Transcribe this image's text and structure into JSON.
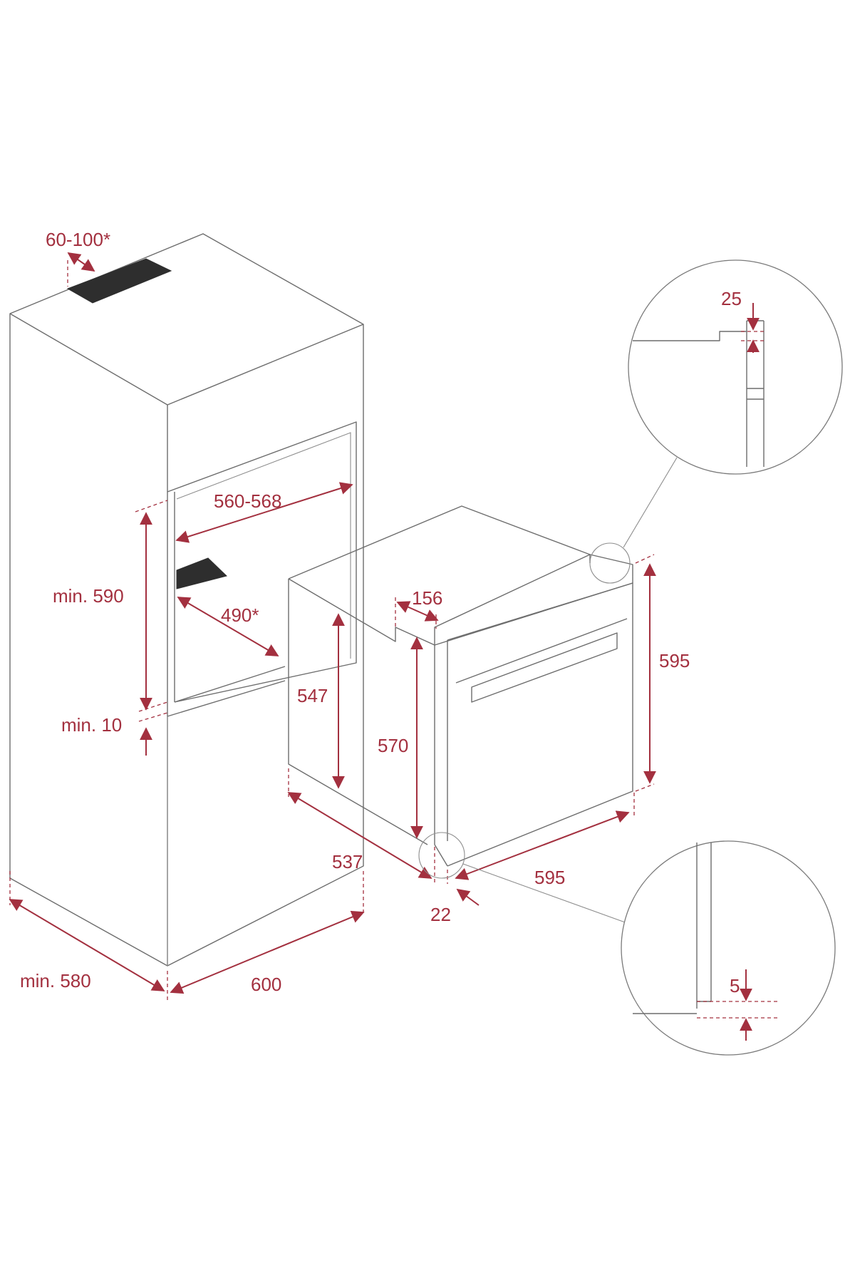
{
  "labels": {
    "vent_top": "60-100*",
    "cavity_width": "560-568",
    "cavity_height": "min. 590",
    "cavity_depth": "490*",
    "gap_bottom": "min. 10",
    "cabinet_depth": "min. 580",
    "cabinet_width": "600",
    "oven_body_height": "547",
    "oven_front_height": "570",
    "oven_top_step": "156",
    "oven_total_height": "595",
    "oven_depth": "537",
    "oven_width": "595",
    "door_thickness": "22",
    "detail_top": "25",
    "detail_bottom": "5"
  },
  "colors": {
    "dimension": "#a3303f",
    "outline": "#6d6d6d",
    "vent": "#2e2e2e"
  }
}
